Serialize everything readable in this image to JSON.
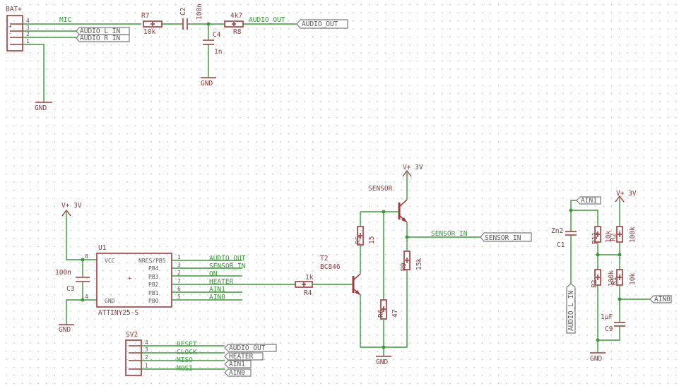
{
  "components": {
    "bat_header": {
      "ref": "BAT+",
      "pins": [
        "4",
        "3",
        "2",
        "1"
      ],
      "marks": [
        "+",
        "-"
      ]
    },
    "r7": {
      "ref": "R7",
      "value": "10k"
    },
    "c2": {
      "ref": "C2",
      "value": "100n"
    },
    "r8": {
      "ref": "R8",
      "value": "4k7"
    },
    "c4": {
      "ref": "C4",
      "value": "1n"
    },
    "u1": {
      "ref": "U1",
      "value": "ATTINY25-S",
      "left_pins": [
        "VCC",
        "GND"
      ],
      "left_pin_numbers": [
        "8",
        "4"
      ],
      "right_pins": [
        "NRES/PB5",
        "PB4",
        "PB3",
        "PB2",
        "PB1",
        "PB0"
      ],
      "right_pin_numbers": [
        "1",
        "3",
        "2",
        "7",
        "6",
        "5"
      ]
    },
    "c3": {
      "ref": "C3",
      "value": "100n"
    },
    "t2": {
      "ref": "T2",
      "value": "BC846"
    },
    "r4": {
      "ref": "R4",
      "value": "1k"
    },
    "r5": {
      "ref": "R5",
      "value": "15"
    },
    "r6": {
      "ref": "R6",
      "value": "47"
    },
    "r9": {
      "ref": "R9",
      "value": "15k"
    },
    "sensor": {
      "ref": "SENSOR"
    },
    "sv2": {
      "ref": "SV2",
      "pins": [
        "4",
        "3",
        "2",
        "1"
      ]
    },
    "zn2": {
      "ref": "Zn2",
      "cap_ref": "C1"
    },
    "p1": {
      "ref": "P11",
      "value": "10k"
    },
    "r2": {
      "ref": "R2",
      "value": "100k"
    },
    "p2": {
      "ref": "P2",
      "value": "100k"
    },
    "r1": {
      "ref": "R1",
      "value": "10k"
    },
    "c9": {
      "ref": "C9",
      "value": "1µF"
    }
  },
  "nets": {
    "mic": "MIC",
    "audio_out": "AUDIO_OUT",
    "audio_l_in": "AUDIO_L_IN",
    "audio_r_in": "AUDIO_R_IN",
    "sensor_in": "SENSOR_IN",
    "on": "ON",
    "heater": "HEATER",
    "ain1": "AIN1",
    "ain0": "AIN0",
    "reset": "RESET",
    "clock": "CLOCK",
    "miso": "MISO",
    "mosi": "MOSI"
  },
  "power": {
    "vplus": "V+ 3V",
    "gnd": "GND"
  },
  "sv2_flags": [
    "AUDIO_OUT",
    "HEATER",
    "AIN1",
    "AIN0"
  ]
}
